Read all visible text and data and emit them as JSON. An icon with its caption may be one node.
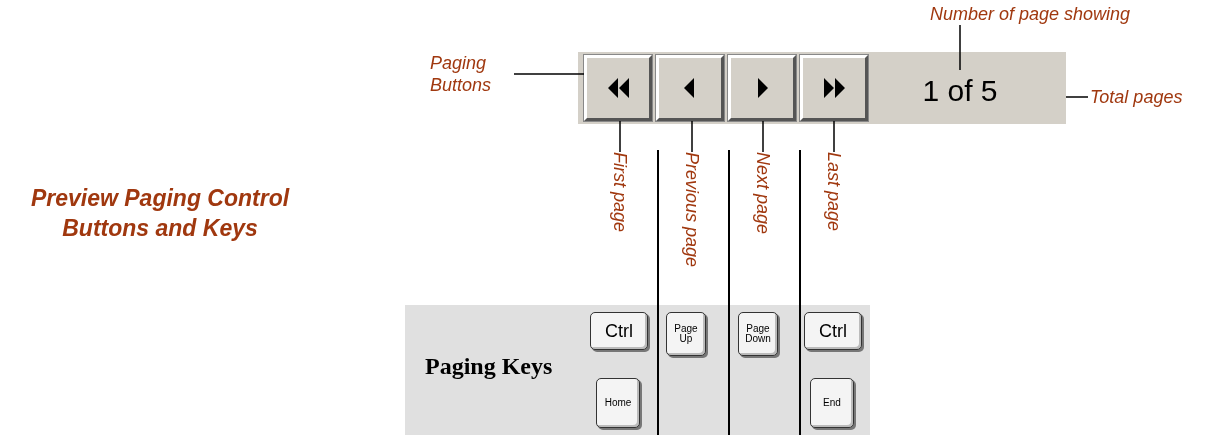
{
  "diagram": {
    "title": "Preview Paging Control Buttons and Keys",
    "nodes": [
      {
        "text": [],
        "shape": "bar"
      },
      {
        "text": [],
        "shape": "box",
        "in": 0
      },
      {
        "text": [],
        "shape": "box",
        "in": 0
      },
      {
        "text": [],
        "shape": "box",
        "in": 0
      },
      {
        "text": [],
        "shape": "box",
        "in": 0
      },
      {
        "text": [
          "1 of 5"
        ],
        "in": 0
      },
      {
        "text": [
          "Paging Buttons"
        ]
      },
      {
        "text": [
          "Number of page showing"
        ]
      },
      {
        "text": [
          "Total pages"
        ]
      },
      {
        "text": [
          "First page"
        ]
      },
      {
        "text": [
          "Previous page"
        ]
      },
      {
        "text": [
          "Next page"
        ]
      },
      {
        "text": [
          "Last page"
        ]
      },
      {
        "text": [
          "Paging Keys"
        ]
      },
      {
        "text": [
          "Ctrl"
        ],
        "in": 13
      },
      {
        "text": [
          "Home"
        ],
        "in": 13
      },
      {
        "text": [
          "Page Up"
        ],
        "in": 13
      },
      {
        "text": [
          "Page Down"
        ],
        "in": 13
      },
      {
        "text": [
          "Ctrl"
        ],
        "in": 13
      },
      {
        "text": [
          "End"
        ],
        "in": 13
      }
    ],
    "edges": [
      {
        "from": 6,
        "to": 1,
        "arrow": "none"
      },
      {
        "from": 7,
        "to": 5,
        "arrow": "none"
      },
      {
        "from": 8,
        "to": 0,
        "arrow": "none"
      },
      {
        "from": 9,
        "to": 1,
        "arrow": "none"
      },
      {
        "from": 10,
        "to": 2,
        "arrow": "none"
      },
      {
        "from": 11,
        "to": 3,
        "arrow": "none"
      },
      {
        "from": 12,
        "to": 4,
        "arrow": "none"
      }
    ]
  }
}
